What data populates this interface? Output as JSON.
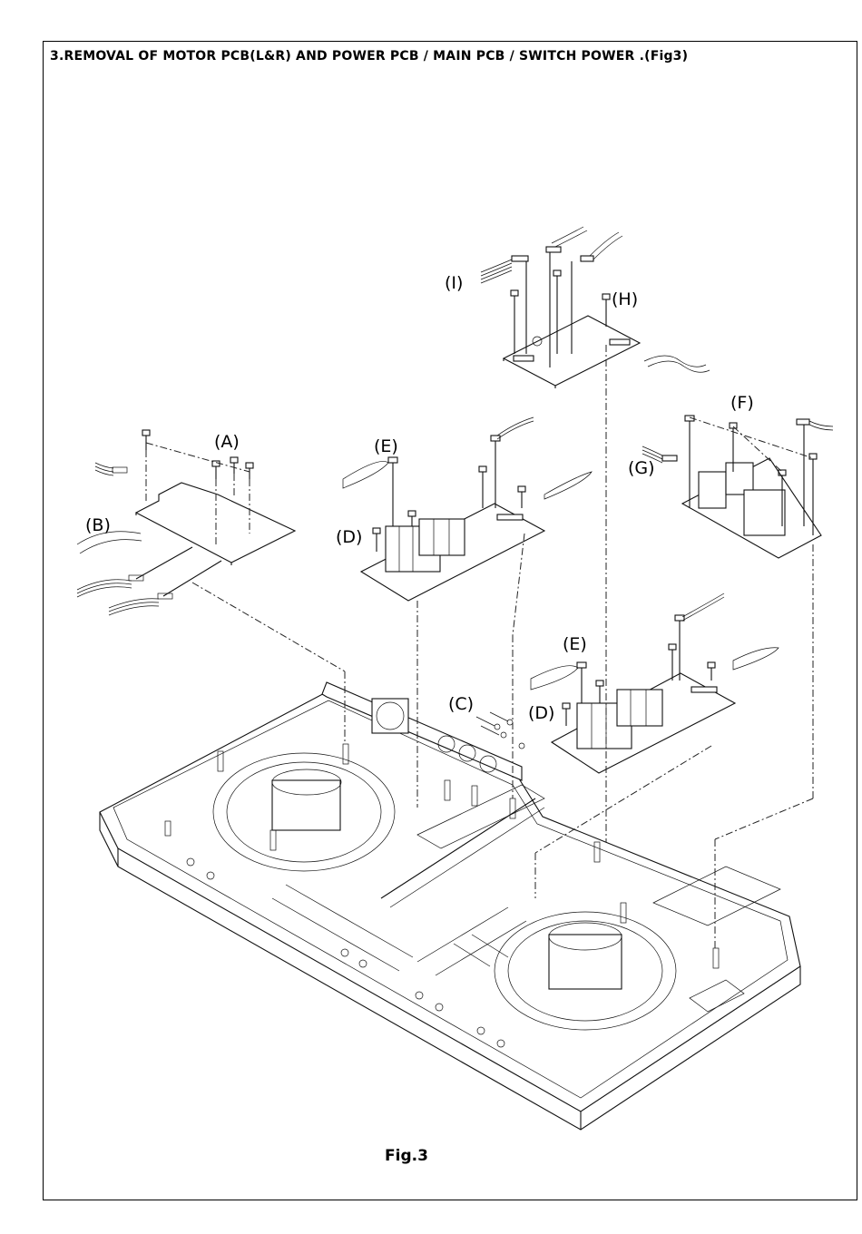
{
  "page": {
    "title": "3.REMOVAL OF MOTOR PCB(L&R) AND POWER PCB / MAIN PCB / SWITCH POWER .(Fig3)",
    "caption": "Fig.3"
  },
  "callouts": {
    "A": "(A)",
    "B": "(B)",
    "C": "(C)",
    "D1": "(D)",
    "D2": "(D)",
    "E1": "(E)",
    "E2": "(E)",
    "F": "(F)",
    "G": "(G)",
    "H": "(H)",
    "I": "(I)"
  }
}
